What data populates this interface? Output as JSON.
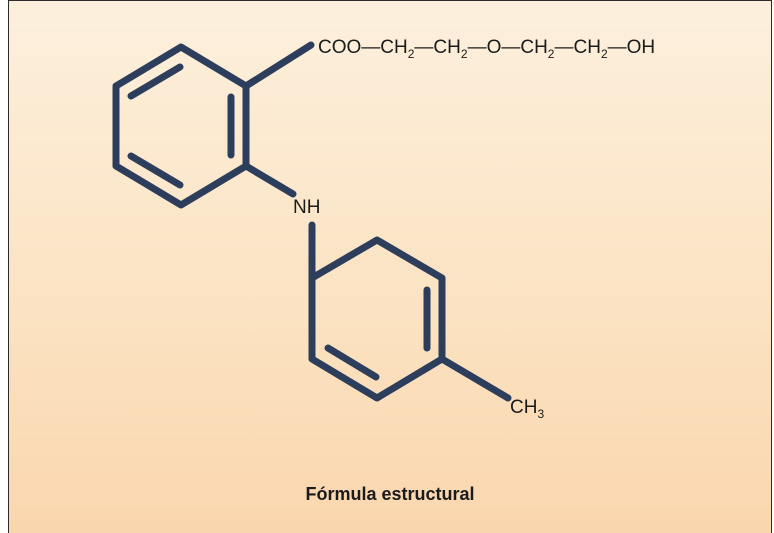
{
  "diagram": {
    "ester_chain": {
      "parts": [
        {
          "text": "COO—CH",
          "sub": "2"
        },
        {
          "text": "—CH",
          "sub": "2"
        },
        {
          "text": "—O—CH",
          "sub": "2"
        },
        {
          "text": "—CH",
          "sub": "2"
        },
        {
          "text": "—OH",
          "sub": ""
        }
      ]
    },
    "amine_label": "NH",
    "methyl_label": {
      "text": "CH",
      "sub": "3"
    },
    "bond_color": "#2c3e5c",
    "background_colors": [
      "#fcf0dd",
      "#fad6ae"
    ]
  },
  "caption": "Fórmula estructural"
}
